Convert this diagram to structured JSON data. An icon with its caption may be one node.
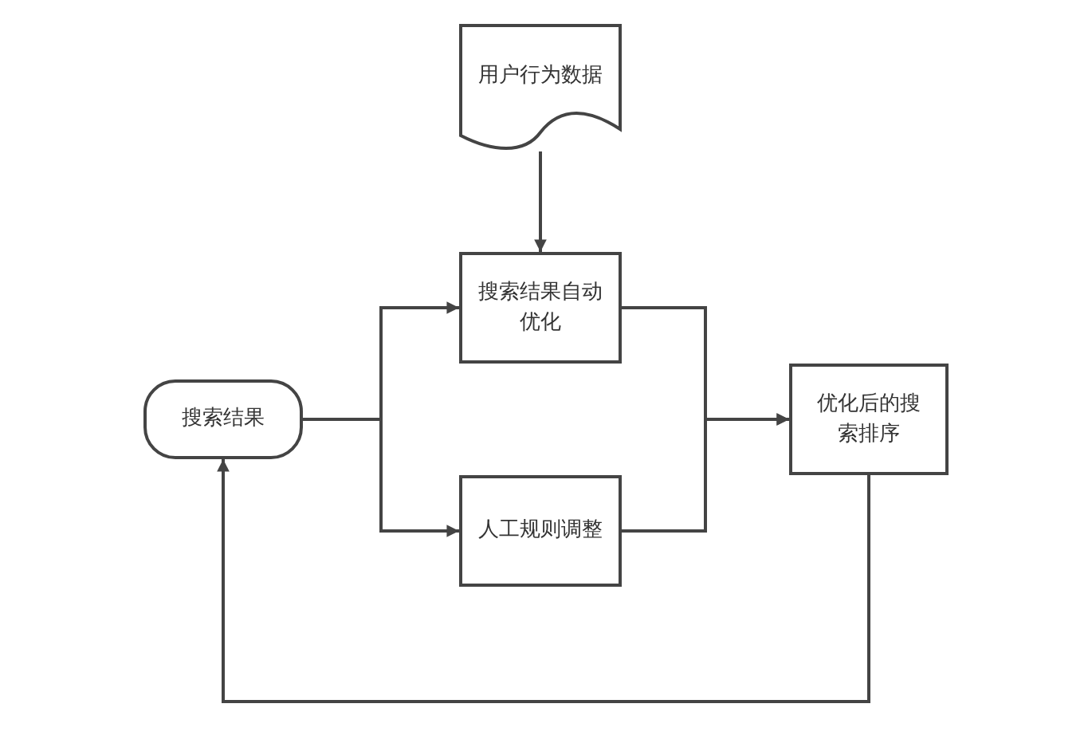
{
  "diagram": {
    "nodes": [
      {
        "text": [
          "用户行为数据"
        ]
      },
      {
        "text": [
          "搜索结果自动优化"
        ]
      },
      {
        "text": [
          "搜索结果"
        ]
      },
      {
        "text": [
          "人工规则调整"
        ]
      },
      {
        "text": [
          "优化后的搜索排序"
        ]
      }
    ],
    "edges": [
      {
        "from": 0,
        "to": 1,
        "arrow": "to"
      },
      {
        "from": 2,
        "to": 1,
        "arrow": "to"
      },
      {
        "from": 2,
        "to": 3,
        "arrow": "to"
      },
      {
        "from": 1,
        "to": 4,
        "arrow": "to"
      },
      {
        "from": 3,
        "to": 4,
        "arrow": "to"
      },
      {
        "from": 4,
        "to": 2,
        "arrow": "to"
      }
    ]
  }
}
